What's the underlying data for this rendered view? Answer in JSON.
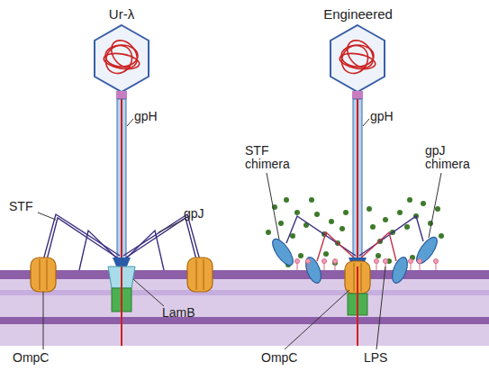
{
  "diagram": {
    "labels": [
      "Ur-λ",
      "Engineered",
      "gpH",
      "STF",
      "gpJ",
      "OmpC",
      "LamB",
      "gpH",
      "STF chimera",
      "gpJ chimera",
      "OmpC",
      "LPS"
    ]
  }
}
